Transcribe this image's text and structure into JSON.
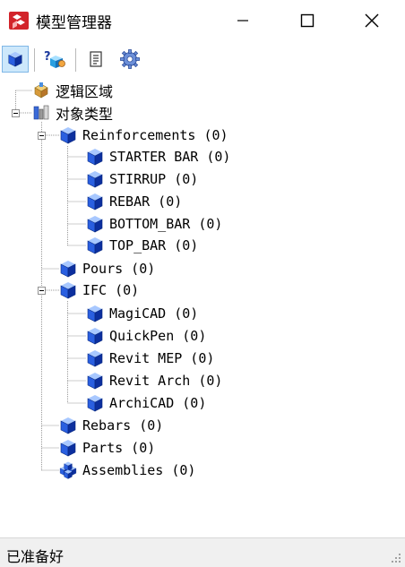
{
  "window": {
    "title": "模型管理器",
    "controls": {
      "minimize": "minimize-icon",
      "maximize": "maximize-icon",
      "close": "close-icon"
    }
  },
  "toolbar": {
    "buttons": [
      {
        "name": "select-object-type-button",
        "icon": "blue-cube-icon",
        "active": true
      },
      {
        "name": "query-objects-button",
        "icon": "question-cube-icon",
        "active": false
      },
      {
        "name": "report-button",
        "icon": "list-document-icon",
        "active": false
      },
      {
        "name": "settings-button",
        "icon": "gear-icon",
        "active": false
      }
    ]
  },
  "tree": {
    "logical_area": "逻辑区域",
    "object_types": "对象类型",
    "reinforcements": {
      "label": "Reinforcements (0)",
      "children": [
        "STARTER BAR (0)",
        "STIRRUP (0)",
        "REBAR (0)",
        "BOTTOM_BAR (0)",
        "TOP_BAR (0)"
      ]
    },
    "pours": "Pours (0)",
    "ifc": {
      "label": "IFC (0)",
      "children": [
        "MagiCAD (0)",
        "QuickPen (0)",
        "Revit MEP (0)",
        "Revit Arch (0)",
        "ArchiCAD (0)"
      ]
    },
    "rebars": "Rebars (0)",
    "parts": "Parts (0)",
    "assemblies": "Assemblies (0)"
  },
  "status": {
    "text": "已准备好"
  },
  "colors": {
    "cube_blue": "#1a4fd6",
    "cube_light": "#7fb2ff",
    "selection": "#cde8fb"
  }
}
